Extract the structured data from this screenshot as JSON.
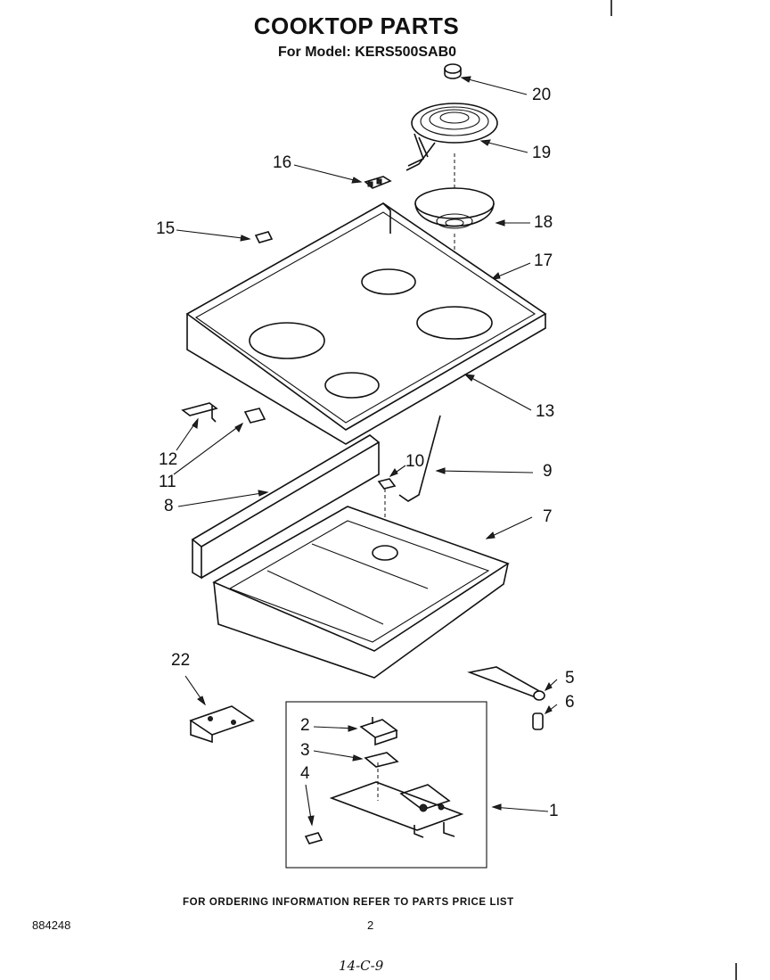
{
  "header": {
    "title": "COOKTOP PARTS",
    "subtitle": "For Model: KERS500SAB0"
  },
  "callouts": [
    {
      "id": "c20",
      "label": "20"
    },
    {
      "id": "c19",
      "label": "19"
    },
    {
      "id": "c16",
      "label": "16"
    },
    {
      "id": "c18",
      "label": "18"
    },
    {
      "id": "c15",
      "label": "15"
    },
    {
      "id": "c17",
      "label": "17"
    },
    {
      "id": "c13",
      "label": "13"
    },
    {
      "id": "c12",
      "label": "12"
    },
    {
      "id": "c11",
      "label": "11"
    },
    {
      "id": "c10",
      "label": "10"
    },
    {
      "id": "c9",
      "label": "9"
    },
    {
      "id": "c8",
      "label": "8"
    },
    {
      "id": "c7",
      "label": "7"
    },
    {
      "id": "c22",
      "label": "22"
    },
    {
      "id": "c5",
      "label": "5"
    },
    {
      "id": "c6",
      "label": "6"
    },
    {
      "id": "c2",
      "label": "2"
    },
    {
      "id": "c3",
      "label": "3"
    },
    {
      "id": "c4",
      "label": "4"
    },
    {
      "id": "c1",
      "label": "1"
    }
  ],
  "footer": {
    "ordering_note": "FOR ORDERING INFORMATION REFER TO PARTS PRICE LIST",
    "doc_number": "884248",
    "page_number": "2",
    "handwritten_note": "14-C-9"
  }
}
